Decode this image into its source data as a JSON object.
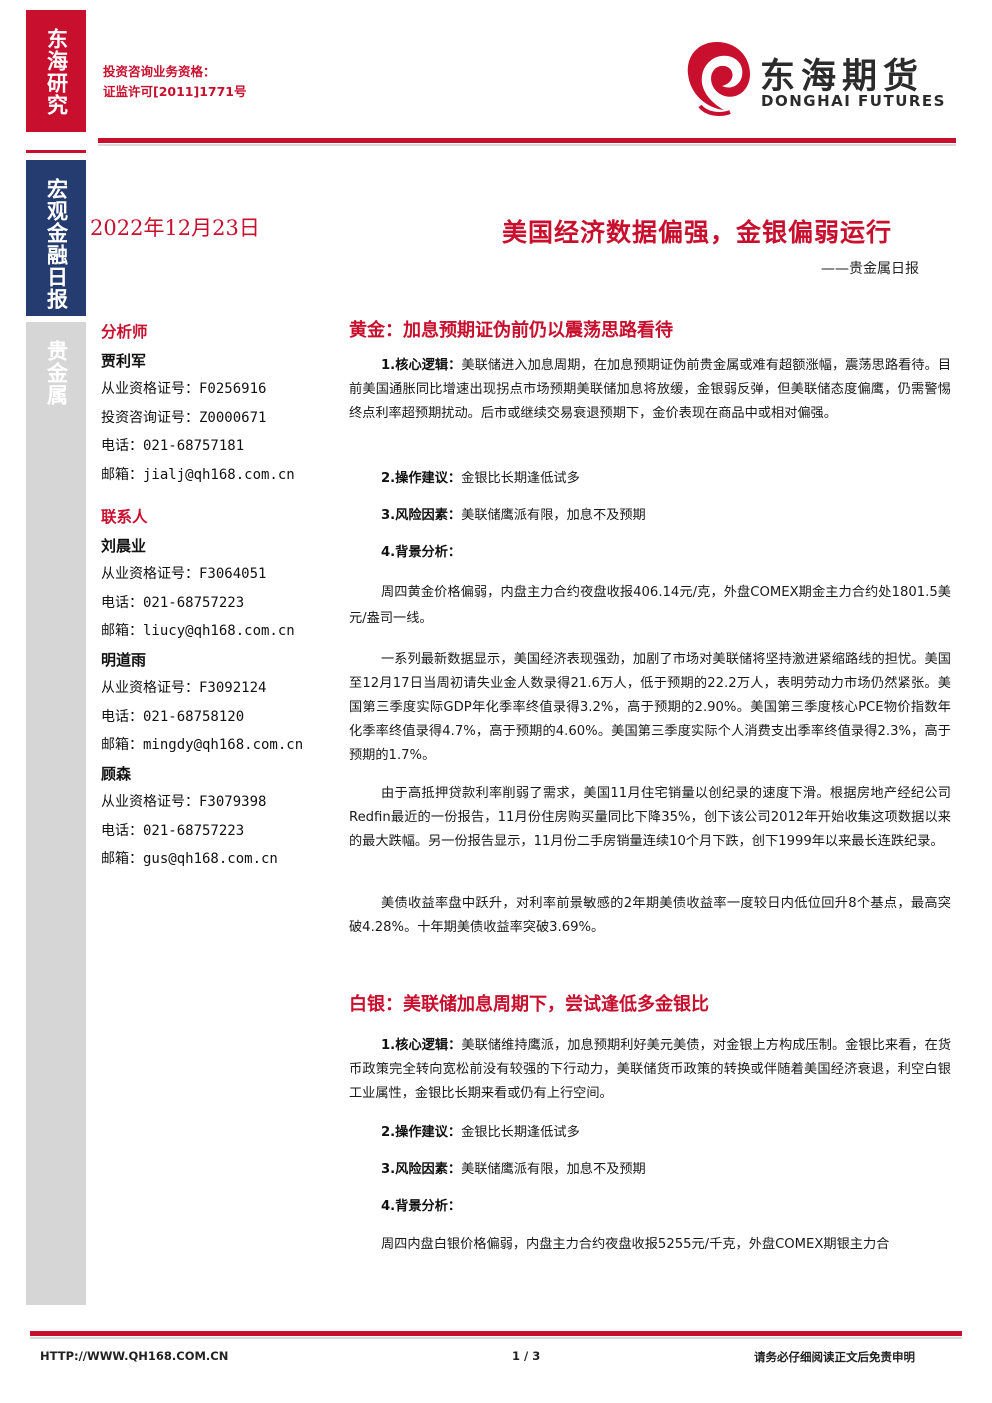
{
  "sidebar": {
    "tab1": "东海研究",
    "tab2": "宏观金融日报",
    "tab3": "贵金属"
  },
  "header": {
    "qual_line1": "投资咨询业务资格：",
    "qual_line2": "证监许可[2011]1771号",
    "logo_cn": "东海期货",
    "logo_en": "DONGHAI FUTURES"
  },
  "report": {
    "date": "2022年12月23日",
    "title": "美国经济数据偏强，金银偏弱运行",
    "subtitle": "——贵金属日报"
  },
  "contacts": {
    "analyst_header": "分析师",
    "analyst": {
      "name": "贾利军",
      "cert": "从业资格证号：F0256916",
      "advisory": "投资咨询证号：Z0000671",
      "phone": "电话：021-68757181",
      "email": "邮箱：jialj@qh168.com.cn"
    },
    "contact_header": "联系人",
    "people": [
      {
        "name": "刘晨业",
        "cert": "从业资格证号：F3064051",
        "phone": "电话：021-68757223",
        "email": "邮箱：liucy@qh168.com.cn"
      },
      {
        "name": "明道雨",
        "cert": "从业资格证号：F3092124",
        "phone": "电话：021-68758120",
        "email": "邮箱：mingdy@qh168.com.cn"
      },
      {
        "name": "顾森",
        "cert": "从业资格证号：F3079398",
        "phone": "电话：021-68757223",
        "email": "邮箱：gus@qh168.com.cn"
      }
    ]
  },
  "gold": {
    "heading": "黄金：加息预期证伪前仍以震荡思路看待",
    "logic_label": "1.核心逻辑：",
    "logic_text": "美联储进入加息周期，在加息预期证伪前贵金属或难有超额涨幅，震荡思路看待。目前美国通胀同比增速出现拐点市场预期美联储加息将放缓，金银弱反弹，但美联储态度偏鹰，仍需警惕终点利率超预期扰动。后市或继续交易衰退预期下，金价表现在商品中或相对偏强。",
    "advice_label": "2.操作建议：",
    "advice_text": "金银比长期逢低试多",
    "risk_label": "3.风险因素：",
    "risk_text": "美联储鹰派有限，加息不及预期",
    "bg_label": "4.背景分析：",
    "bg_p1": "周四黄金价格偏弱，内盘主力合约夜盘收报406.14元/克，外盘COMEX期金主力合约处1801.5美元/盎司一线。",
    "bg_p2": "一系列最新数据显示，美国经济表现强劲，加剧了市场对美联储将坚持激进紧缩路线的担忧。美国至12月17日当周初请失业金人数录得21.6万人，低于预期的22.2万人，表明劳动力市场仍然紧张。美国第三季度实际GDP年化季率终值录得3.2%，高于预期的2.90%。美国第三季度核心PCE物价指数年化季率终值录得4.7%，高于预期的4.60%。美国第三季度实际个人消费支出季率终值录得2.3%，高于预期的1.7%。",
    "bg_p3": "由于高抵押贷款利率削弱了需求，美国11月住宅销量以创纪录的速度下滑。根据房地产经纪公司Redfin最近的一份报告，11月份住房购买量同比下降35%，创下该公司2012年开始收集这项数据以来的最大跌幅。另一份报告显示，11月份二手房销量连续10个月下跌，创下1999年以来最长连跌纪录。",
    "bg_p4": "美债收益率盘中跃升，对利率前景敏感的2年期美债收益率一度较日内低位回升8个基点，最高突破4.28%。十年期美债收益率突破3.69%。"
  },
  "silver": {
    "heading": "白银：美联储加息周期下，尝试逢低多金银比",
    "logic_label": "1.核心逻辑：",
    "logic_text": "美联储维持鹰派，加息预期利好美元美债，对金银上方构成压制。金银比来看，在货币政策完全转向宽松前没有较强的下行动力，美联储货币政策的转换或伴随着美国经济衰退，利空白银工业属性，金银比长期来看或仍有上行空间。",
    "advice_label": "2.操作建议：",
    "advice_text": "金银比长期逢低试多",
    "risk_label": "3.风险因素：",
    "risk_text": "美联储鹰派有限，加息不及预期",
    "bg_label": "4.背景分析：",
    "bg_p1": "周四内盘白银价格偏弱，内盘主力合约夜盘收报5255元/千克，外盘COMEX期银主力合"
  },
  "footer": {
    "url": "HTTP://WWW.QH168.COM.CN",
    "page": "1 / 3",
    "disclaimer": "请务必仔细阅读正文后免责申明"
  },
  "colors": {
    "brand_red": "#c8102e",
    "brand_blue": "#243c6f",
    "side_gray": "#d6d6d6"
  }
}
